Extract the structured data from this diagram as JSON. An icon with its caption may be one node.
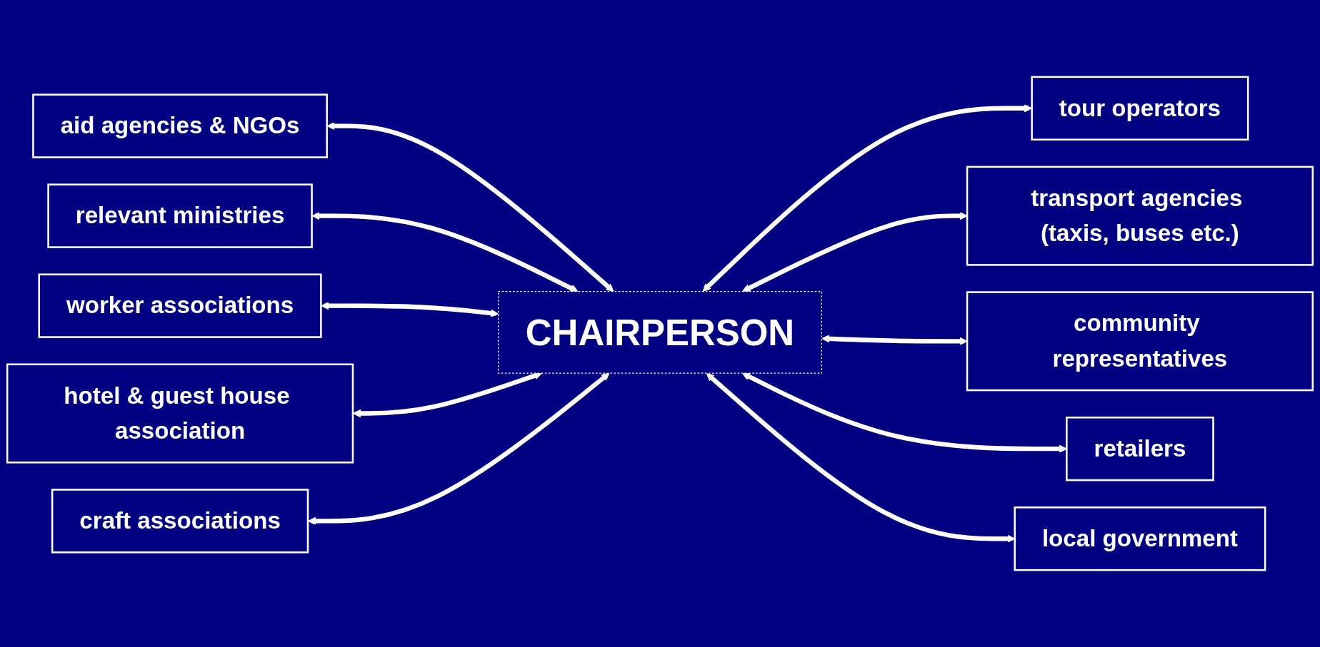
{
  "diagram": {
    "nodes": [
      {
        "text": [
          "relevant ministries"
        ]
      },
      {
        "text": [
          "tour operators"
        ]
      },
      {
        "text": [
          "aid agencies & NGOs"
        ]
      },
      {
        "text": [
          "transport agencies (taxis, buses etc.)"
        ]
      },
      {
        "text": [
          "community representatives"
        ]
      },
      {
        "text": [
          "worker associations"
        ]
      },
      {
        "text": [
          "CHAIRPERSON"
        ]
      },
      {
        "text": [
          "retailers"
        ]
      },
      {
        "text": [
          "craft associations"
        ]
      },
      {
        "text": [
          "local government"
        ]
      },
      {
        "text": [
          "hotel & guest house association"
        ]
      }
    ],
    "edges": [
      {
        "from": 2,
        "to": 6,
        "arrow": "both"
      },
      {
        "from": 0,
        "to": 6,
        "arrow": "both"
      },
      {
        "from": 6,
        "to": 1,
        "arrow": "both"
      },
      {
        "from": 6,
        "to": 3,
        "arrow": "both"
      },
      {
        "from": 6,
        "to": 4,
        "arrow": "both"
      },
      {
        "from": 5,
        "to": 6,
        "arrow": "both"
      },
      {
        "from": 6,
        "to": 7,
        "arrow": "both"
      },
      {
        "from": 6,
        "to": 9,
        "arrow": "both"
      },
      {
        "from": 10,
        "to": 6,
        "arrow": "both"
      },
      {
        "from": 8,
        "to": 6,
        "arrow": "both"
      }
    ]
  }
}
